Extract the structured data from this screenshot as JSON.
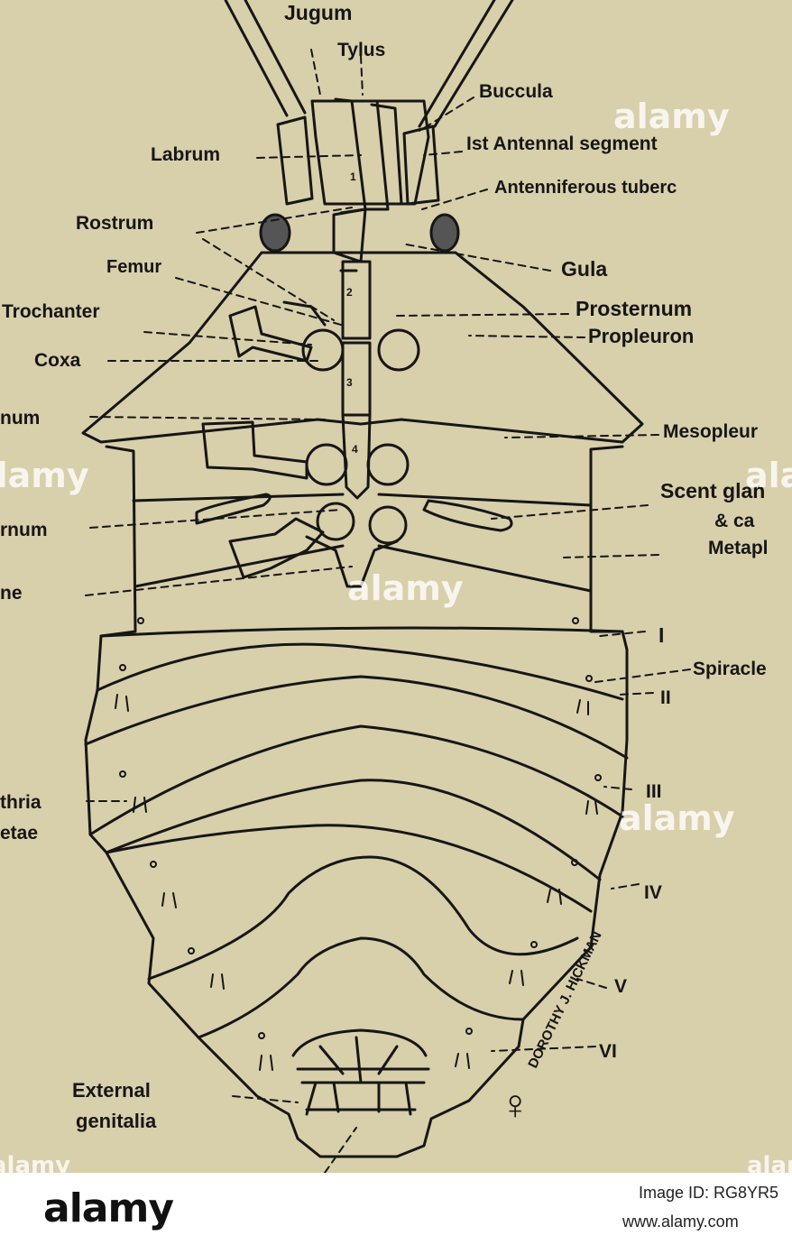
{
  "labels": {
    "jugum": "Jugum",
    "tylus": "Tylus",
    "buccula": "Buccula",
    "labrum": "Labrum",
    "antennal_segment": "Ist Antennal segment",
    "antenniferous": "Antenniferous tuberc",
    "rostrum": "Rostrum",
    "gula": "Gula",
    "femur": "Femur",
    "prosternum": "Prosternum",
    "trochanter": "Trochanter",
    "propleuron": "Propleuron",
    "coxa": "Coxa",
    "mesosternum": "num",
    "mesopleuron": "Mesopleur",
    "scent_gland_1": "Scent glan",
    "scent_gland_2": "& ca",
    "metasternum": "rnum",
    "metapleuron": "Metapl",
    "midline": "ne",
    "seg_i": "I",
    "spiracle": "Spiracle",
    "seg_ii": "II",
    "seg_iii": "III",
    "trichobothria_1": "thria",
    "trichobothria_2": "etae",
    "seg_iv": "IV",
    "seg_v": "V",
    "seg_vi": "VI",
    "external_1": "External",
    "external_2": "genitalia",
    "female_symbol": "♀",
    "rostrum_1": "1",
    "rostrum_2": "2",
    "rostrum_3": "3",
    "rostrum_4": "4",
    "signature": "DOROTHY J. HICKMAN"
  },
  "watermark": {
    "text": "alamy"
  },
  "footer": {
    "logo": "alamy",
    "image_id": "Image ID: RG8YR5",
    "url": "www.alamy.com"
  },
  "colors": {
    "paper": "#d8cfab",
    "ink": "#161616",
    "footer_bg": "#ffffff"
  }
}
